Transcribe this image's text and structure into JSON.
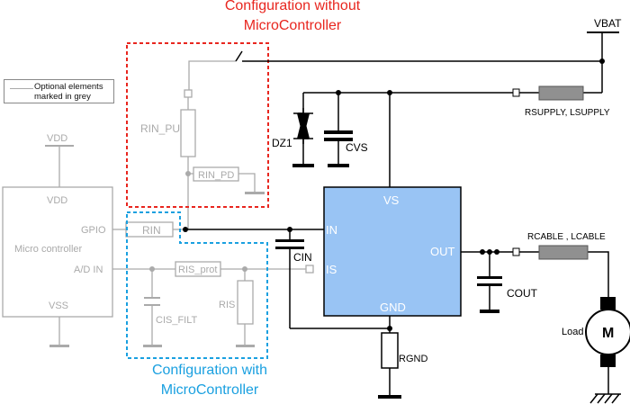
{
  "titles": {
    "without_mc_line1": "Configuration without",
    "without_mc_line2": "MicroController",
    "with_mc_line1": "Configuration with",
    "with_mc_line2": "MicroController"
  },
  "legend": {
    "line1": "Optional elements",
    "line2": "marked in grey"
  },
  "micro": {
    "vdd_top": "VDD",
    "vdd_in": "VDD",
    "gpio": "GPIO",
    "name": "Micro controller",
    "ad_in": "A/D IN",
    "vss": "VSS"
  },
  "components": {
    "rin_pu": "RIN_PU",
    "rin_pd": "RIN_PD",
    "rin": "RIN",
    "ris_prot": "RIS_prot",
    "cis_filt": "CIS_FILT",
    "ris": "RIS",
    "dz1": "DZ1",
    "cvs": "CVS",
    "cin": "CIN",
    "rgnd": "RGND",
    "cout": "COUT",
    "rsupply_lsupply": "RSUPPLY, LSUPPLY",
    "rcable_lcable": "RCABLE , LCABLE",
    "vbat": "VBAT",
    "load": "Load",
    "motor": "M"
  },
  "ic": {
    "vs": "VS",
    "in": "IN",
    "is": "IS",
    "out": "OUT",
    "gnd": "GND"
  },
  "colors": {
    "ic_fill": "#99c4f4",
    "red_box": "#e8261f",
    "blue_box": "#1aa0e0",
    "optional_grey": "#aaaaaa",
    "inductor_grey": "#909090"
  }
}
